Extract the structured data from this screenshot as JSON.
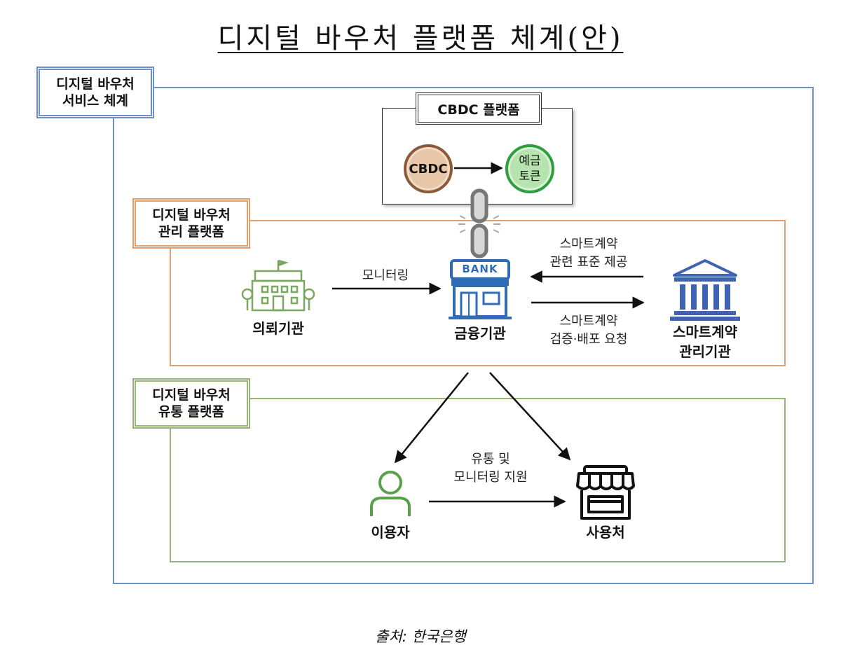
{
  "title": "디지털 바우처 플랫폼 체계(안)",
  "outer_frame": {
    "label_line1": "디지털 바우처",
    "label_line2": "서비스 체계"
  },
  "cbdc_platform": {
    "label": "CBDC 플랫폼",
    "coin_cbdc": "CBDC",
    "coin_token_line1": "예금",
    "coin_token_line2": "토큰"
  },
  "management_platform": {
    "label_line1": "디지털 바우처",
    "label_line2": "관리 플랫폼",
    "node_institution": "의뢰기관",
    "node_bank": "금융기관",
    "node_smart_line1": "스마트계약",
    "node_smart_line2": "관리기관",
    "edge_monitoring": "모니터링",
    "edge_standard_line1": "스마트계약",
    "edge_standard_line2": "관련 표준 제공",
    "edge_verify_line1": "스마트계약",
    "edge_verify_line2": "검증·배포 요청",
    "bank_sign": "BANK"
  },
  "distribution_platform": {
    "label_line1": "디지털 바우처",
    "label_line2": "유통 플랫폼",
    "node_user": "이용자",
    "node_merchant": "사용처",
    "edge_support_line1": "유통 및",
    "edge_support_line2": "모니터링 지원"
  },
  "source": "출처: 한국은행",
  "colors": {
    "blue_frame": "#6f8fc7",
    "orange_frame": "#e0a070",
    "green_frame": "#98b478",
    "bank_blue": "#2f6cb5",
    "institution_green": "#7aa860",
    "smart_blue": "#3f63b0",
    "user_green": "#5aa04a"
  },
  "icons": [
    "bank-icon",
    "school-building-icon",
    "government-building-icon",
    "person-icon",
    "storefront-icon",
    "chain-link-icon"
  ]
}
